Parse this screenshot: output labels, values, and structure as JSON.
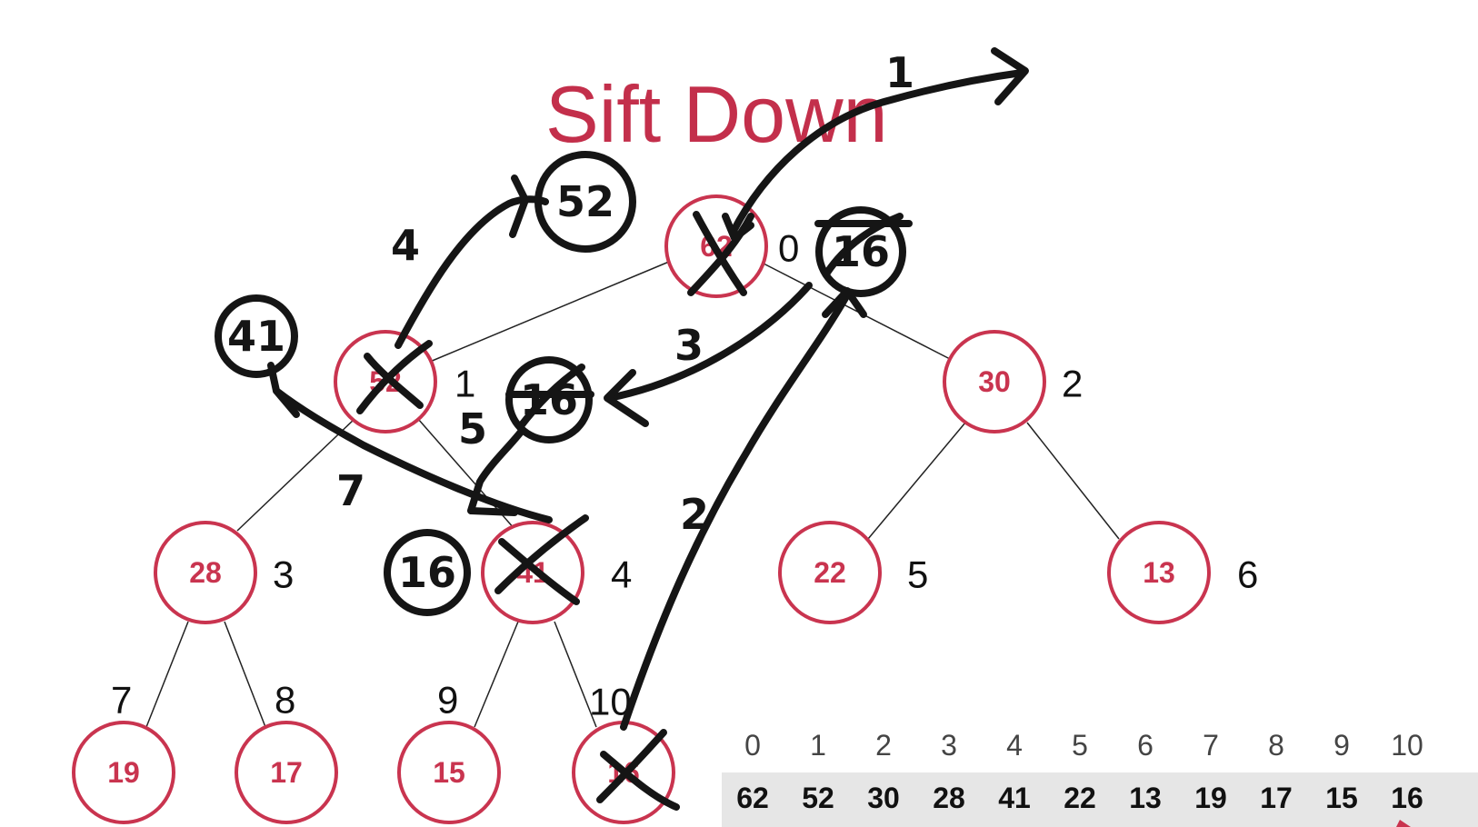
{
  "title": "Sift Down",
  "tree": {
    "nodes": [
      {
        "value": "62",
        "index": "0",
        "crossed": true
      },
      {
        "value": "52",
        "index": "1",
        "crossed": true
      },
      {
        "value": "30",
        "index": "2",
        "crossed": false
      },
      {
        "value": "28",
        "index": "3",
        "crossed": false
      },
      {
        "value": "41",
        "index": "4",
        "crossed": true
      },
      {
        "value": "22",
        "index": "5",
        "crossed": false
      },
      {
        "value": "13",
        "index": "6",
        "crossed": false
      },
      {
        "value": "19",
        "index": "7",
        "crossed": false
      },
      {
        "value": "17",
        "index": "8",
        "crossed": false
      },
      {
        "value": "15",
        "index": "9",
        "crossed": false
      },
      {
        "value": "16",
        "index": "10",
        "crossed": true
      }
    ],
    "edges": [
      [
        0,
        1
      ],
      [
        0,
        2
      ],
      [
        1,
        3
      ],
      [
        1,
        4
      ],
      [
        2,
        5
      ],
      [
        2,
        6
      ],
      [
        3,
        7
      ],
      [
        3,
        8
      ],
      [
        4,
        9
      ],
      [
        4,
        10
      ]
    ]
  },
  "array": {
    "indices": [
      "0",
      "1",
      "2",
      "3",
      "4",
      "5",
      "6",
      "7",
      "8",
      "9",
      "10"
    ],
    "values": [
      "62",
      "52",
      "30",
      "28",
      "41",
      "22",
      "13",
      "19",
      "17",
      "15",
      "16"
    ]
  },
  "annotations": {
    "step_numbers": [
      "1",
      "2",
      "3",
      "4",
      "5",
      "7"
    ],
    "circled_values": [
      "52",
      "41",
      "16",
      "16",
      "16"
    ]
  }
}
